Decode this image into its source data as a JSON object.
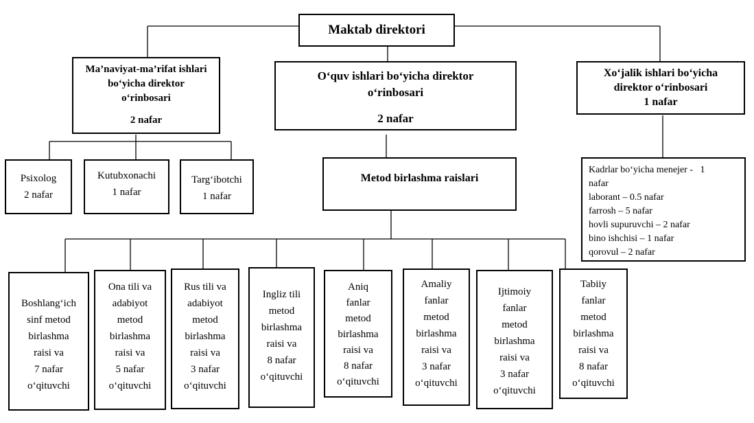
{
  "root": {
    "title": "Maktab direktori"
  },
  "deputies": {
    "spiritual": {
      "line1": "Ma’naviyat-ma’rifat ishlari",
      "line2": "bo‘yicha direktor",
      "line3": "o‘rinbosari",
      "count": "2 nafar"
    },
    "academic": {
      "line1": "O‘quv ishlari bo‘yicha direktor",
      "line2": "o‘rinbosari",
      "count": "2 nafar"
    },
    "economic": {
      "line1": "Xo‘jalik ishlari bo‘yicha",
      "line2": "direktor o‘rinbosari",
      "count": "1 nafar"
    }
  },
  "spiritual_staff": [
    {
      "label": "Psixolog",
      "count": "2 nafar"
    },
    {
      "label": "Kutubxonachi",
      "count": "1 nafar"
    },
    {
      "label": "Targ‘ibotchi",
      "count": "1 nafar"
    }
  ],
  "method": {
    "title": "Metod birlashma raislari"
  },
  "economic_staff": [
    "Kadrlar bo‘yicha menejer -   1",
    "nafar",
    "laborant – 0.5 nafar",
    "farrosh – 5 nafar",
    "hovli supuruvchi – 2 nafar",
    "bino ishchisi – 1 nafar",
    "qorovul – 2 nafar"
  ],
  "method_heads": [
    {
      "lines": [
        "Boshlang‘ich",
        "sinf metod",
        "birlashma",
        "raisi va",
        "7 nafar",
        "o‘qituvchi"
      ]
    },
    {
      "lines": [
        "Ona tili va",
        "adabiyot",
        "metod",
        "birlashma",
        "raisi va",
        "5 nafar",
        "o‘qituvchi"
      ]
    },
    {
      "lines": [
        "Rus tili va",
        "adabiyot",
        "metod",
        "birlashma",
        "raisi va",
        "3 nafar",
        "o‘qituvchi"
      ]
    },
    {
      "lines": [
        "Ingliz tili",
        "metod",
        "birlashma",
        "raisi va",
        "8 nafar",
        "o‘qituvchi"
      ]
    },
    {
      "lines": [
        "Aniq",
        "fanlar",
        "metod",
        "birlashma",
        "raisi va",
        "8 nafar",
        "o‘qituvchi"
      ]
    },
    {
      "lines": [
        "Amaliy",
        "fanlar",
        "metod",
        "birlashma",
        "raisi va",
        "3 nafar",
        "o‘qituvchi"
      ]
    },
    {
      "lines": [
        "Ijtimoiy",
        "fanlar",
        "metod",
        "birlashma",
        "raisi va",
        "3 nafar",
        "o‘qituvchi"
      ]
    },
    {
      "lines": [
        "Tabiiy",
        "fanlar",
        "metod",
        "birlashma",
        "raisi va",
        "8 nafar",
        "o‘qituvchi"
      ]
    }
  ]
}
